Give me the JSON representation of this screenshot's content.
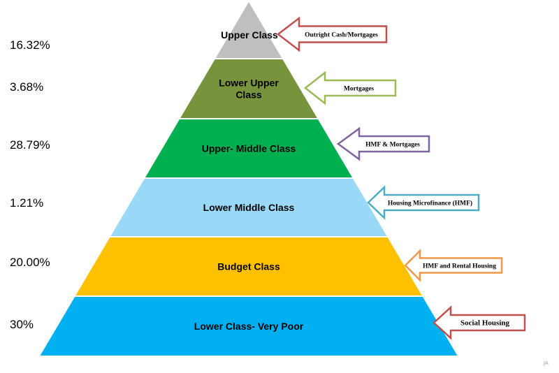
{
  "levels": [
    {
      "id": "upper-class",
      "label_lines": [
        "Upper Class"
      ],
      "percent": "16.32%",
      "fill": "#bfbfbf",
      "arrow_label": "Outright Cash/Mortgages",
      "arrow_color": "#c0504d"
    },
    {
      "id": "lower-upper-class",
      "label_lines": [
        "Lower Upper",
        "Class"
      ],
      "percent": "3.68%",
      "fill": "#77933c",
      "arrow_label": "Mortgages",
      "arrow_color": "#9bbb59"
    },
    {
      "id": "upper-middle-class",
      "label_lines": [
        "Upper- Middle Class"
      ],
      "percent": "28.79%",
      "fill": "#00b050",
      "arrow_label": "HMF & Mortgages",
      "arrow_color": "#8064a2"
    },
    {
      "id": "lower-middle-class",
      "label_lines": [
        "Lower Middle Class"
      ],
      "percent": "1.21%",
      "fill": "#99d9f7",
      "arrow_label": "Housing Microfinance (HMF)",
      "arrow_color": "#4bacc6"
    },
    {
      "id": "budget-class",
      "label_lines": [
        "Budget Class"
      ],
      "percent": "20.00%",
      "fill": "#ffc000",
      "arrow_label": "HMF and Rental Housing",
      "arrow_color": "#f79646"
    },
    {
      "id": "lower-class-very-poor",
      "label_lines": [
        "Lower Class- Very Poor"
      ],
      "percent": "30%",
      "fill": "#00b0f0",
      "arrow_label": "Social Housing",
      "arrow_color": "#c0504d"
    }
  ],
  "corner_mark": "JA"
}
